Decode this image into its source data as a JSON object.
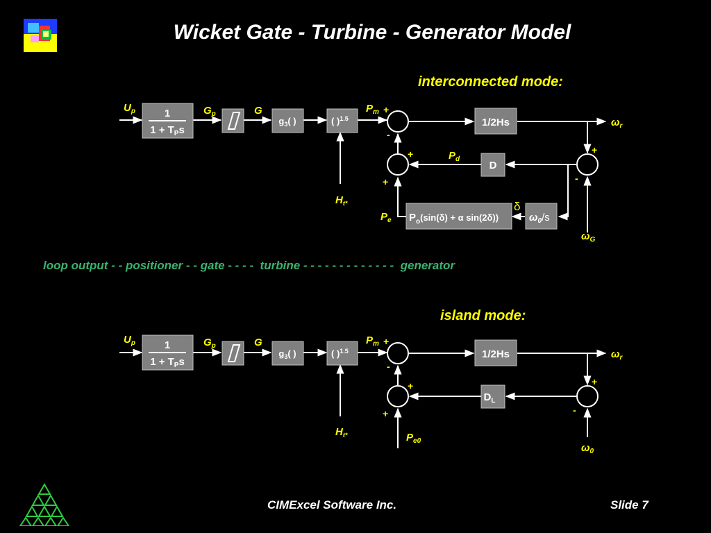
{
  "slide": {
    "title": "Wicket Gate - Turbine - Generator Model",
    "company": "CIMExcel Software Inc.",
    "slide_number": "Slide 7",
    "logo_icon": "colorful-puzzle-logo",
    "footer_icon": "green-triangle-logo",
    "colors": {
      "background": "#000000",
      "signal": "#ffff00",
      "legend": "#3cb371",
      "block": "#808080"
    }
  },
  "legend_text": "loop output - - positioner - - gate - - - -  turbine - - - - - - - - - - - - -  generator",
  "interconnected": {
    "mode_label": "interconnected mode:",
    "input_signal": "U",
    "input_sub": "p",
    "lag_num": "1",
    "lag_den_a": "1 + T",
    "lag_den_sub": "P",
    "lag_den_b": "s",
    "gp": "G",
    "gp_sub": "p",
    "g": "G",
    "g3_a": "g",
    "g3_sub": "3",
    "g3_b": "( )",
    "pow_a": "( )",
    "pow_exp": "1.5",
    "pm": "P",
    "pm_sub": "m",
    "ht": "H",
    "ht_sub": "t*",
    "inertia": "1/2Hs",
    "omega_r": "ω",
    "omega_r_sub": "r",
    "pd": "P",
    "pd_sub": "d",
    "damping": "D",
    "delta": "δ",
    "pe": "P",
    "pe_sub": "e",
    "pe_block_a": "P",
    "pe_block_sub": "o",
    "pe_block_b": "(sin(δ) + α sin(2δ))",
    "integ_a": "ω",
    "integ_sub": "0",
    "integ_b": "/s",
    "omega_g": "ω",
    "omega_g_sub": "G",
    "signs": [
      "+",
      "-",
      "+",
      "+",
      "+",
      "-"
    ]
  },
  "island": {
    "mode_label": "island mode:",
    "input_signal": "U",
    "input_sub": "p",
    "lag_num": "1",
    "lag_den_a": "1 + T",
    "lag_den_sub": "P",
    "lag_den_b": "s",
    "gp": "G",
    "gp_sub": "p",
    "g": "G",
    "g3_a": "g",
    "g3_sub": "3",
    "g3_b": "( )",
    "pow_a": "( )",
    "pow_exp": "1.5",
    "pm": "P",
    "pm_sub": "m",
    "ht": "H",
    "ht_sub": "t*",
    "inertia": "1/2Hs",
    "omega_r": "ω",
    "omega_r_sub": "r",
    "damping": "D",
    "damping_sub": "L",
    "pe0": "P",
    "pe0_sub": "e0",
    "omega_0": "ω",
    "omega_0_sub": "0",
    "signs": [
      "+",
      "-",
      "+",
      "+",
      "+",
      "-"
    ]
  }
}
